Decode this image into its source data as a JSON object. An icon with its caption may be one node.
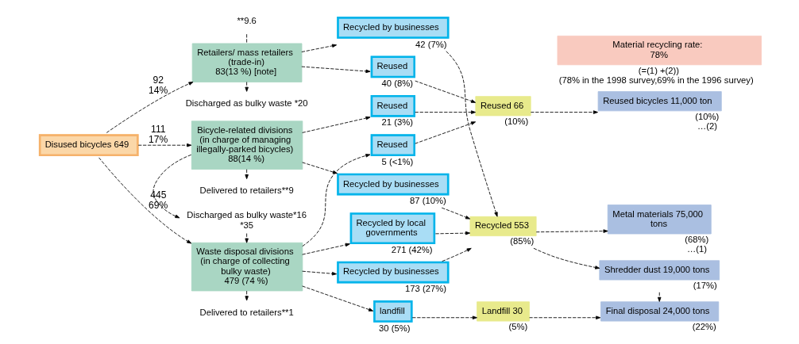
{
  "diagram": {
    "nodes": [
      {
        "text": [
          "Disused bicycles 649"
        ]
      },
      {
        "text": [
          "Retailers/ mass retailers (trade-in)",
          "83(13 %) [note]"
        ]
      },
      {
        "text": [
          "Bicycle-related divisions (in charge of managing illegally-parked bicycles)",
          "88(14 %)"
        ]
      },
      {
        "text": [
          "Waste disposal divisions (in charge of collecting bulky waste)",
          "479 (74 %)"
        ]
      },
      {
        "text": [
          "Recycled by businesses"
        ],
        "beside": [
          "42 (7%)"
        ]
      },
      {
        "text": [
          "Reused"
        ],
        "beside": [
          "40 (8%)"
        ]
      },
      {
        "text": [
          "Recycled by businesses"
        ],
        "beside": [
          "87 (10%)"
        ]
      },
      {
        "text": [
          "Reused"
        ],
        "beside": [
          "21 (3%)"
        ]
      },
      {
        "text": [
          "Recycled by local governments"
        ],
        "beside": [
          "271 (42%)"
        ]
      },
      {
        "text": [
          "Recycled by businesses"
        ],
        "beside": [
          "173 (27%)"
        ]
      },
      {
        "text": [
          "Reused"
        ],
        "beside": [
          "5 (<1%)"
        ]
      },
      {
        "text": [
          "landfill"
        ],
        "beside": [
          "30 (5%)"
        ]
      },
      {
        "text": [
          "Recycled 553"
        ],
        "beside": [
          "(85%)"
        ]
      },
      {
        "text": [
          "Reused 66"
        ],
        "beside": [
          "(10%)"
        ]
      },
      {
        "text": [
          "Landfill 30"
        ],
        "beside": [
          "(5%)"
        ]
      },
      {
        "text": [
          "Metal materials 75,000 tons"
        ],
        "beside": [
          "(68%)",
          "…(1)"
        ]
      },
      {
        "text": [
          "Shredder dust 19,000 tons"
        ],
        "beside": [
          "(17%)"
        ]
      },
      {
        "text": [
          "Reused bicycles 11,000 ton"
        ],
        "beside": [
          "(10%)",
          "…(2)"
        ]
      },
      {
        "text": [
          "Final disposal 24,000 tons"
        ],
        "beside": [
          "(22%)"
        ]
      },
      {
        "text": [
          "Material recycling rate: 78%"
        ],
        "beside": [
          "(=(1) +(2))",
          "(78% in the 1998 survey,69% in the 1996 survey)"
        ]
      },
      {
        "text": [
          "**9.6"
        ]
      },
      {
        "text": [
          "Discharged as bulky waste *20"
        ]
      },
      {
        "text": [
          "Delivered to retailers**9"
        ]
      },
      {
        "text": [
          "Discharged as bulky waste*16",
          "*35"
        ]
      },
      {
        "text": [
          "Delivered to retailers**1"
        ]
      }
    ],
    "edges": [
      {
        "from": 0,
        "to": 1,
        "arrow": "to",
        "label": "92 14%"
      },
      {
        "from": 0,
        "to": 2,
        "arrow": "to",
        "label": "111 17%"
      },
      {
        "from": 0,
        "to": 3,
        "arrow": "to",
        "label": "445 69%"
      },
      {
        "from": 20,
        "to": 1,
        "arrow": "none"
      },
      {
        "from": 1,
        "to": 21,
        "arrow": "to"
      },
      {
        "from": 2,
        "to": 22,
        "arrow": "to"
      },
      {
        "from": 2,
        "to": 23,
        "arrow": "to"
      },
      {
        "from": 23,
        "to": 3,
        "arrow": "to"
      },
      {
        "from": 3,
        "to": 24,
        "arrow": "to"
      },
      {
        "from": 1,
        "to": 4,
        "arrow": "to"
      },
      {
        "from": 1,
        "to": 5,
        "arrow": "to"
      },
      {
        "from": 2,
        "to": 6,
        "arrow": "to"
      },
      {
        "from": 2,
        "to": 7,
        "arrow": "to"
      },
      {
        "from": 3,
        "to": 8,
        "arrow": "to"
      },
      {
        "from": 3,
        "to": 9,
        "arrow": "to"
      },
      {
        "from": 3,
        "to": 10,
        "arrow": "to"
      },
      {
        "from": 3,
        "to": 11,
        "arrow": "to"
      },
      {
        "from": 4,
        "to": 12,
        "arrow": "to"
      },
      {
        "from": 6,
        "to": 12,
        "arrow": "to"
      },
      {
        "from": 8,
        "to": 12,
        "arrow": "to"
      },
      {
        "from": 9,
        "to": 12,
        "arrow": "to"
      },
      {
        "from": 5,
        "to": 13,
        "arrow": "to"
      },
      {
        "from": 7,
        "to": 13,
        "arrow": "to"
      },
      {
        "from": 10,
        "to": 13,
        "arrow": "to"
      },
      {
        "from": 11,
        "to": 14,
        "arrow": "to"
      },
      {
        "from": 12,
        "to": 15,
        "arrow": "to"
      },
      {
        "from": 12,
        "to": 16,
        "arrow": "to"
      },
      {
        "from": 13,
        "to": 17,
        "arrow": "to"
      },
      {
        "from": 14,
        "to": 18,
        "arrow": "to"
      },
      {
        "from": 16,
        "to": 18,
        "arrow": "to"
      }
    ]
  }
}
